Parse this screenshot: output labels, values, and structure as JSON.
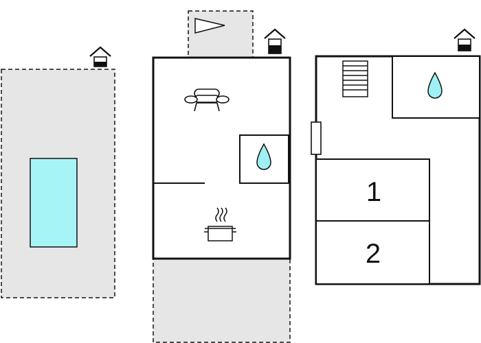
{
  "colors": {
    "wall": "#111111",
    "outdoor_area": "#e6e6e6",
    "pool_water": "#a6f4f6",
    "water_drop": "#9ff0f2",
    "background": "#ffffff"
  },
  "icons": {
    "entrance": "house-entrance-icon",
    "pool": "swimming-pool",
    "sofa": "sofa-icon",
    "bathroom": "water-drop-icon",
    "kitchen": "cooking-pot-icon",
    "stairs": "stairs-icon",
    "terrace_flag": "pennant-icon",
    "door": "door-icon"
  },
  "rooms": {
    "bedroom_1": {
      "label": "1"
    },
    "bedroom_2": {
      "label": "2"
    }
  }
}
